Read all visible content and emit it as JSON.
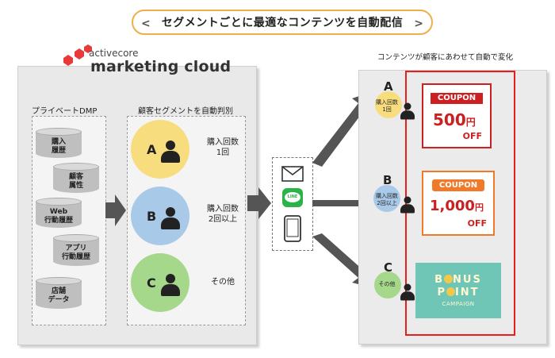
{
  "title": "セグメントごとに最適なコンテンツを自動配信",
  "logo": {
    "top": "activecore",
    "main": "marketing cloud"
  },
  "labels": {
    "dmp": "プライベートDMP",
    "segment": "顧客セグメントを自動判別",
    "right": "コンテンツが顧客にあわせて自動で変化"
  },
  "dmp_items": [
    {
      "line1": "購入",
      "line2": "履歴"
    },
    {
      "line1": "顧客",
      "line2": "属性"
    },
    {
      "line1": "Web",
      "line2": "行動履歴"
    },
    {
      "line1": "アプリ",
      "line2": "行動履歴"
    },
    {
      "line1": "店舗",
      "line2": "データ"
    }
  ],
  "segments": [
    {
      "letter": "A",
      "desc1": "購入回数",
      "desc2": "1回",
      "color": "#f8dd7e"
    },
    {
      "letter": "B",
      "desc1": "購入回数",
      "desc2": "2回以上",
      "color": "#a9c9e8"
    },
    {
      "letter": "C",
      "desc1": "その他",
      "desc2": "",
      "color": "#a6d88b"
    }
  ],
  "channels": {
    "email": "email-icon",
    "line": "LINE",
    "phone": "phone-icon"
  },
  "mini": [
    {
      "letter": "A",
      "text1": "購入回数",
      "text2": "1回"
    },
    {
      "letter": "B",
      "text1": "購入回数",
      "text2": "2回以上"
    },
    {
      "letter": "C",
      "text1": "その他",
      "text2": ""
    }
  ],
  "coupons": {
    "red": {
      "label": "COUPON",
      "amount": "500",
      "yen": "円",
      "off": "OFF"
    },
    "orange": {
      "label": "COUPON",
      "amount": "1,000",
      "yen": "円",
      "off": "OFF"
    }
  },
  "bonus": {
    "line1": "B",
    "line1b": "NUS",
    "line2": "P",
    "line2b": "INT",
    "line3": "CAMPAIGN"
  },
  "colors": {
    "accent_red": "#e61e1e",
    "orange": "#f07a2a",
    "arrow": "#555555"
  }
}
